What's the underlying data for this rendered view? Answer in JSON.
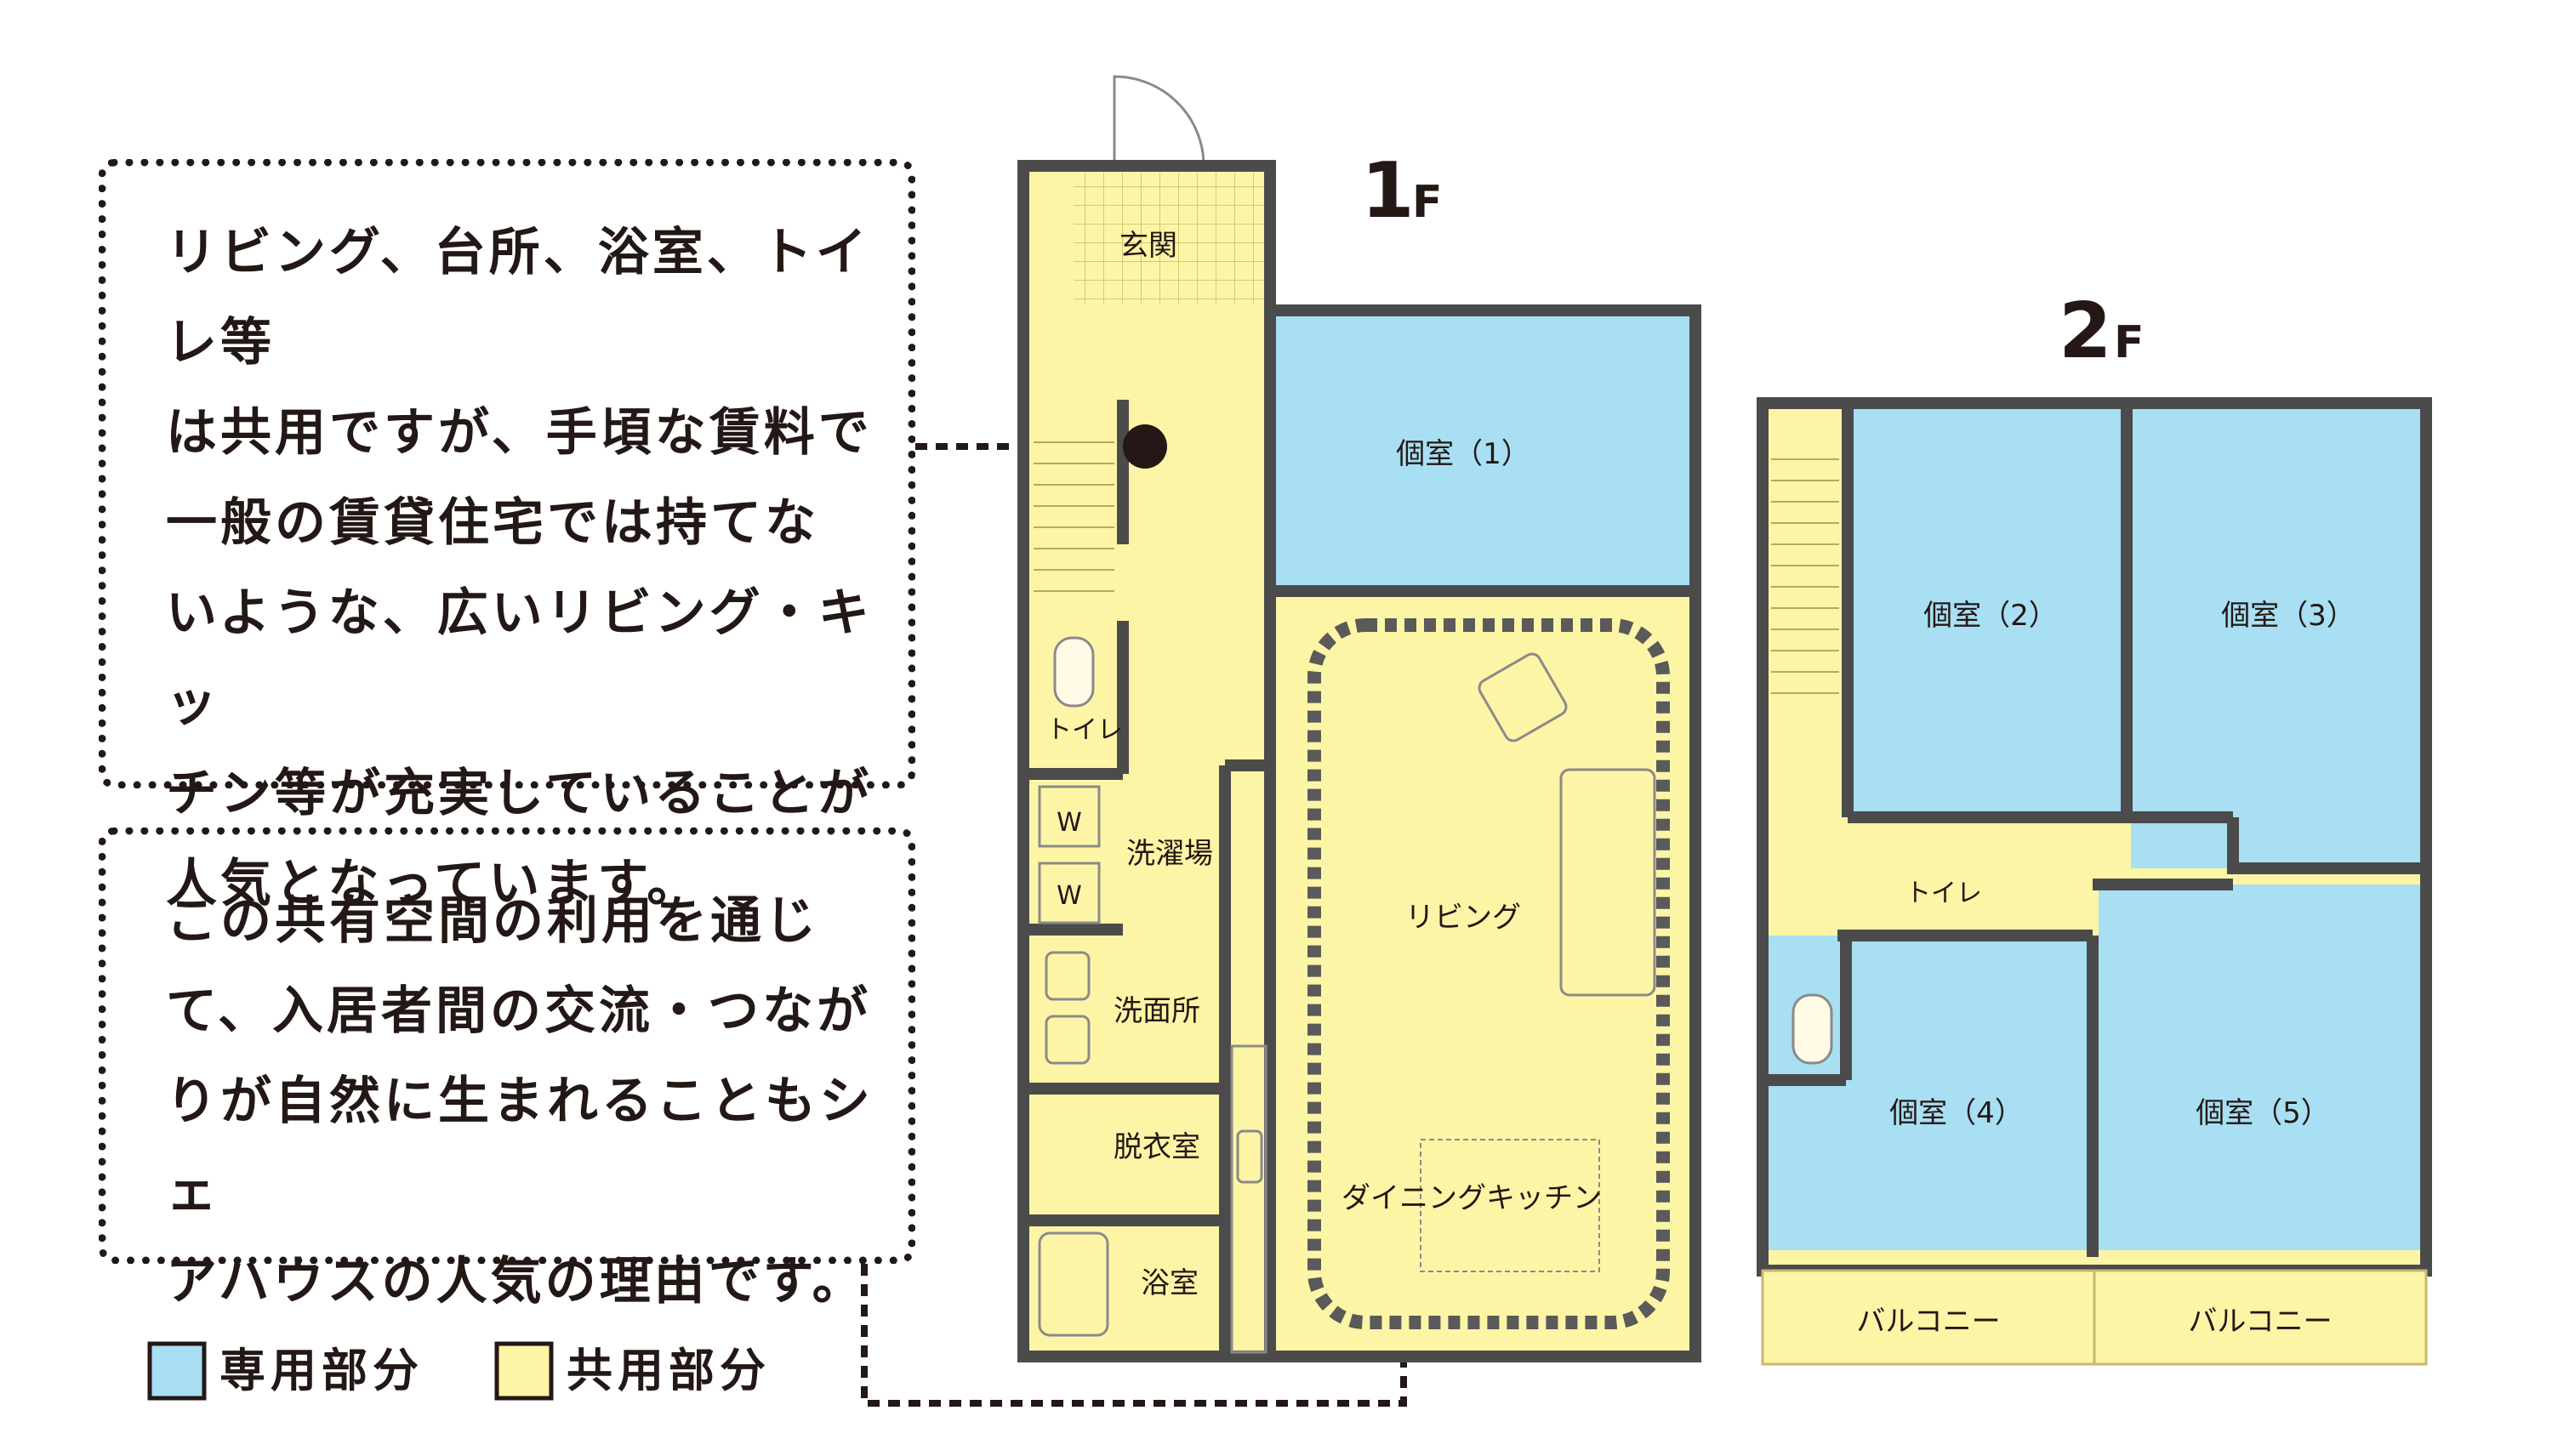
{
  "text_box_1": "リビング、台所、浴室、トイレ等\nは共用ですが、手頃な賃料で\n一般の賃貸住宅では持てな\nいような、広いリビング・キッ\nチン等が充実していることが\n人気となっています。",
  "text_box_2": "この共有空間の利用を通じ\nて、入居者間の交流・つなが\nりが自然に生まれることもシェ\nアハウスの人気の理由です。",
  "legend": {
    "private": {
      "label": "専用部分",
      "color": "#a8dff3"
    },
    "shared": {
      "label": "共用部分",
      "color": "#fdf5a6"
    }
  },
  "floor1": {
    "title": "1",
    "title_sub": "F",
    "rooms": {
      "entrance": "玄関",
      "room1": "個室（1）",
      "toilet": "トイレ",
      "laundry": "洗濯場",
      "washer_w": "W",
      "washroom": "洗面所",
      "dressing": "脱衣室",
      "bath": "浴室",
      "living": "リビング",
      "dining": "ダイニングキッチン"
    }
  },
  "floor2": {
    "title": "2",
    "title_sub": "F",
    "rooms": {
      "room2": "個室（2）",
      "room3": "個室（3）",
      "room4": "個室（4）",
      "room5": "個室（5）",
      "toilet": "トイレ",
      "balcony_left": "バルコニー",
      "balcony_right": "バルコニー"
    }
  },
  "colors": {
    "wall": "#4b4b4b",
    "private": "#a8dff3",
    "shared": "#fdf5a6",
    "ink": "#231815"
  }
}
